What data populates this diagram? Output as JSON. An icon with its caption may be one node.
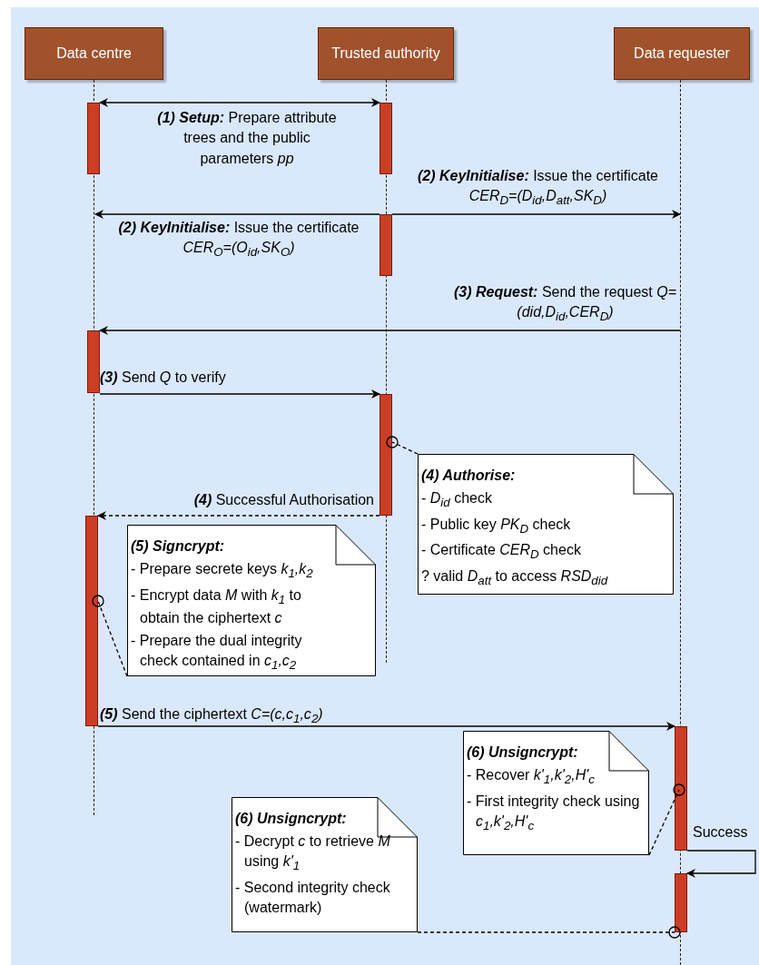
{
  "diagram": {
    "nodes": [
      {
        "text": [
          "Data centre"
        ]
      },
      {
        "text": [
          "Trusted authority"
        ]
      },
      {
        "text": [
          "Data requester"
        ]
      },
      {
        "text": [],
        "shape": "line"
      },
      {
        "text": [],
        "shape": "line"
      },
      {
        "text": [],
        "shape": "line"
      },
      {
        "text": [],
        "shape": "bar"
      },
      {
        "text": [],
        "shape": "bar"
      },
      {
        "text": [],
        "shape": "bar"
      },
      {
        "text": [],
        "shape": "bar"
      },
      {
        "text": [],
        "shape": "bar"
      },
      {
        "text": [],
        "shape": "bar"
      },
      {
        "text": [],
        "shape": "bar"
      },
      {
        "text": [],
        "shape": "bar"
      },
      {
        "text": [
          "(4) Authorise:",
          "- *D$_{id}$* check",
          "- Public key *PK$_{D}$* check",
          "- Certificate *CER$_{D}$* check",
          "? valid *D$_{att}$* to access *RSD$_{did}$*"
        ]
      },
      {
        "text": [
          "(5) Signcrypt:",
          "- Prepare secrete keys *k$_{1}$,k$_{2}$*",
          "- Encrypt data *M* with *k$_{1}$* to obtain the ciphertext *c*",
          "- Prepare the dual integrity check contained in *c$_{1}$,c$_{2}$*"
        ]
      },
      {
        "text": [
          "(6) Unsigncrypt:",
          "- Recover *k'$_{1}$,k'$_{2}$,H'$_{c}$*",
          "- First integrity check using *c$_{1}$,k'$_{2}$,H'$_{c}$*"
        ]
      },
      {
        "text": [
          "(6) Unsigncrypt:",
          "- Decrypt *c* to retrieve *M* using *k'$_{1}$*",
          "- Second integrity check (watermark)"
        ]
      }
    ],
    "edges": [
      {
        "from": 6,
        "to": 7,
        "arrow": "both",
        "label": "**(1) Setup:** Prepare attribute trees and the public parameters *pp*"
      },
      {
        "from": 8,
        "to": 5,
        "arrow": "to",
        "label": "**(2) KeyInitialise:** Issue the certificate *CER$_{D}$=(D$_{id}$,D$_{att}$,SK$_{D}$)*"
      },
      {
        "from": 8,
        "to": 3,
        "arrow": "to",
        "label": "**(2) KeyInitialise:** Issue the certificate *CER$_{O}$=(O$_{id}$,SK$_{O}$)*"
      },
      {
        "from": 5,
        "to": 9,
        "arrow": "to",
        "label": "**(3) Request:** Send the request *Q=(did,D$_{id}$,CER$_{D}$)*"
      },
      {
        "from": 9,
        "to": 10,
        "arrow": "to",
        "label": "**(3)** Send *Q* to verify"
      },
      {
        "from": 10,
        "to": 11,
        "arrow": "to",
        "style": "dashed",
        "label": "**(4)** Successful Authorisation"
      },
      {
        "from": 11,
        "to": 12,
        "arrow": "to",
        "label": "**(5)** Send the ciphertext *C=(c,c$_{1}$,c$_{2}$)*"
      },
      {
        "from": 12,
        "to": 13,
        "arrow": "to",
        "label": "Success"
      },
      {
        "from": 14,
        "to": 10,
        "arrow": "other",
        "style": "dashed"
      },
      {
        "from": 15,
        "to": 11,
        "arrow": "other",
        "style": "dashed"
      },
      {
        "from": 16,
        "to": 12,
        "arrow": "other",
        "style": "dashed"
      },
      {
        "from": 17,
        "to": 13,
        "arrow": "other",
        "style": "dashed"
      }
    ]
  }
}
